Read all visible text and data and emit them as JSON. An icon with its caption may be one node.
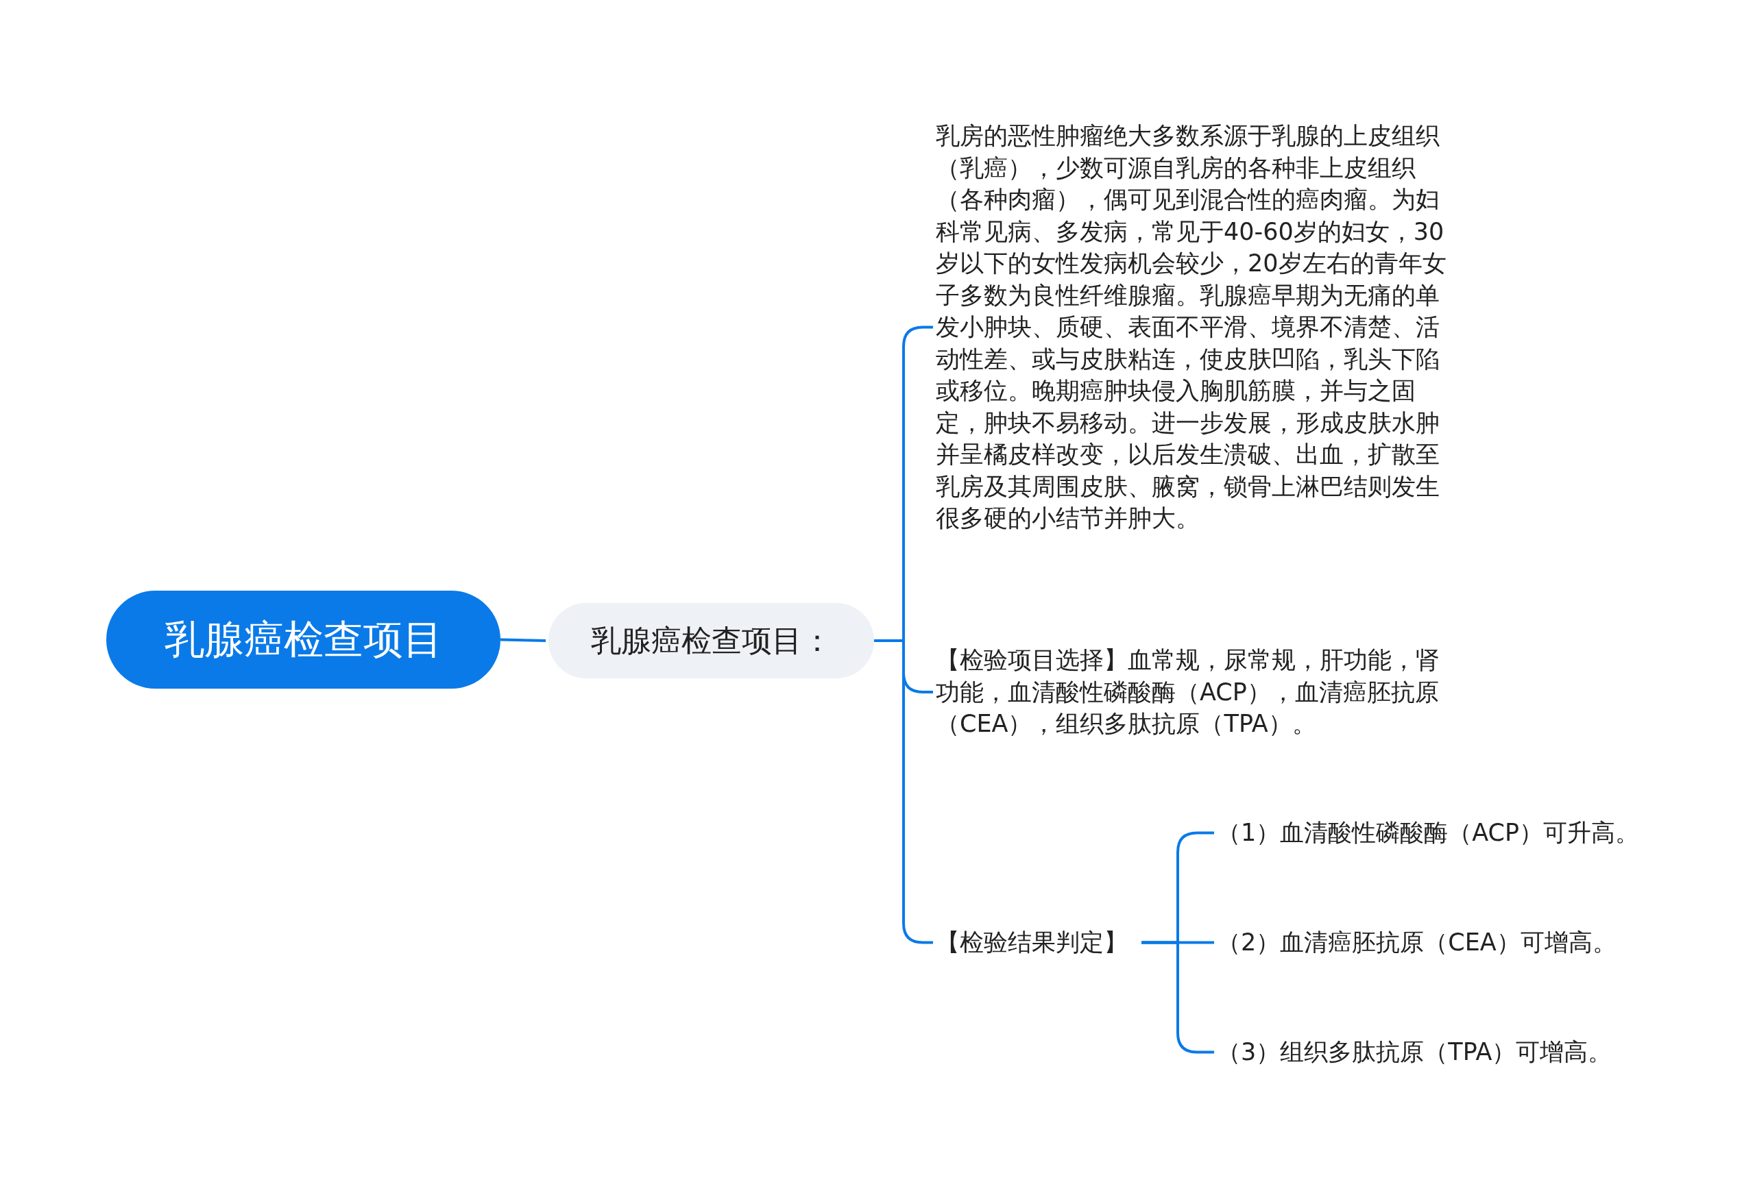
{
  "diagram": {
    "nodes": [
      {
        "text": [
          "乳腺癌检查项目"
        ]
      },
      {
        "text": [
          "乳腺癌检查项目："
        ]
      },
      {
        "text": [
          "乳房的恶性肿瘤绝大多数系源于乳腺的上皮组织（乳癌），少数可源自乳房的各种非上皮组织（各种肉瘤），偶可见到混合性的癌肉瘤。为妇科常见病、多发病，常见于40-60岁的妇女，30岁以下的女性发病机会较少，20岁左右的青年女子多数为良性纤维腺瘤。乳腺癌早期为无痛的单发小肿块、质硬、表面不平滑、境界不清楚、活动性差、或与皮肤粘连，使皮肤凹陷，乳头下陷或移位。晚期癌肿块侵入胸肌筋膜，并与之固定，肿块不易移动。进一步发展，形成皮肤水肿并呈橘皮样改变，以后发生溃破、出血，扩散至乳房及其周围皮肤、腋窝，锁骨上淋巴结则发生很多硬的小结节并肿大。"
        ]
      },
      {
        "text": [
          "【检验项目选择】血常规，尿常规，肝功能，肾功能，血清酸性磷酸酶（ACP），血清癌胚抗原（CEA），组织多肽抗原（TPA）。"
        ]
      },
      {
        "text": [
          "【检验结果判定】"
        ]
      },
      {
        "text": [
          "（1）血清酸性磷酸酶（ACP）可升高。"
        ]
      },
      {
        "text": [
          "（2）血清癌胚抗原（CEA）可增高。"
        ]
      },
      {
        "text": [
          "（3）组织多肽抗原（TPA）可增高。"
        ]
      }
    ],
    "edges": [
      {
        "from": 0,
        "to": 1,
        "arrow": "none"
      },
      {
        "from": 1,
        "to": 2,
        "arrow": "none"
      },
      {
        "from": 1,
        "to": 3,
        "arrow": "none"
      },
      {
        "from": 1,
        "to": 4,
        "arrow": "none"
      },
      {
        "from": 4,
        "to": 5,
        "arrow": "none"
      },
      {
        "from": 4,
        "to": 6,
        "arrow": "none"
      },
      {
        "from": 4,
        "to": 7,
        "arrow": "none"
      }
    ]
  }
}
